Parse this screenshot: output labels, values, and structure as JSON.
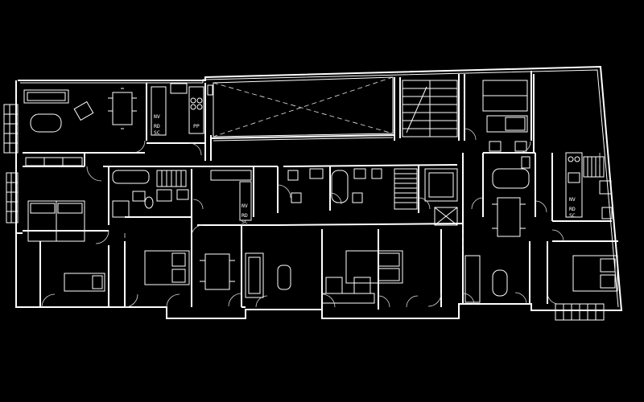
{
  "labels": {
    "a": "NV",
    "b": "RD",
    "c": "SC",
    "d": "PP",
    "e": "NV",
    "f": "RD",
    "g": "SC",
    "h": "NV",
    "i": "RD",
    "j": "SC"
  }
}
